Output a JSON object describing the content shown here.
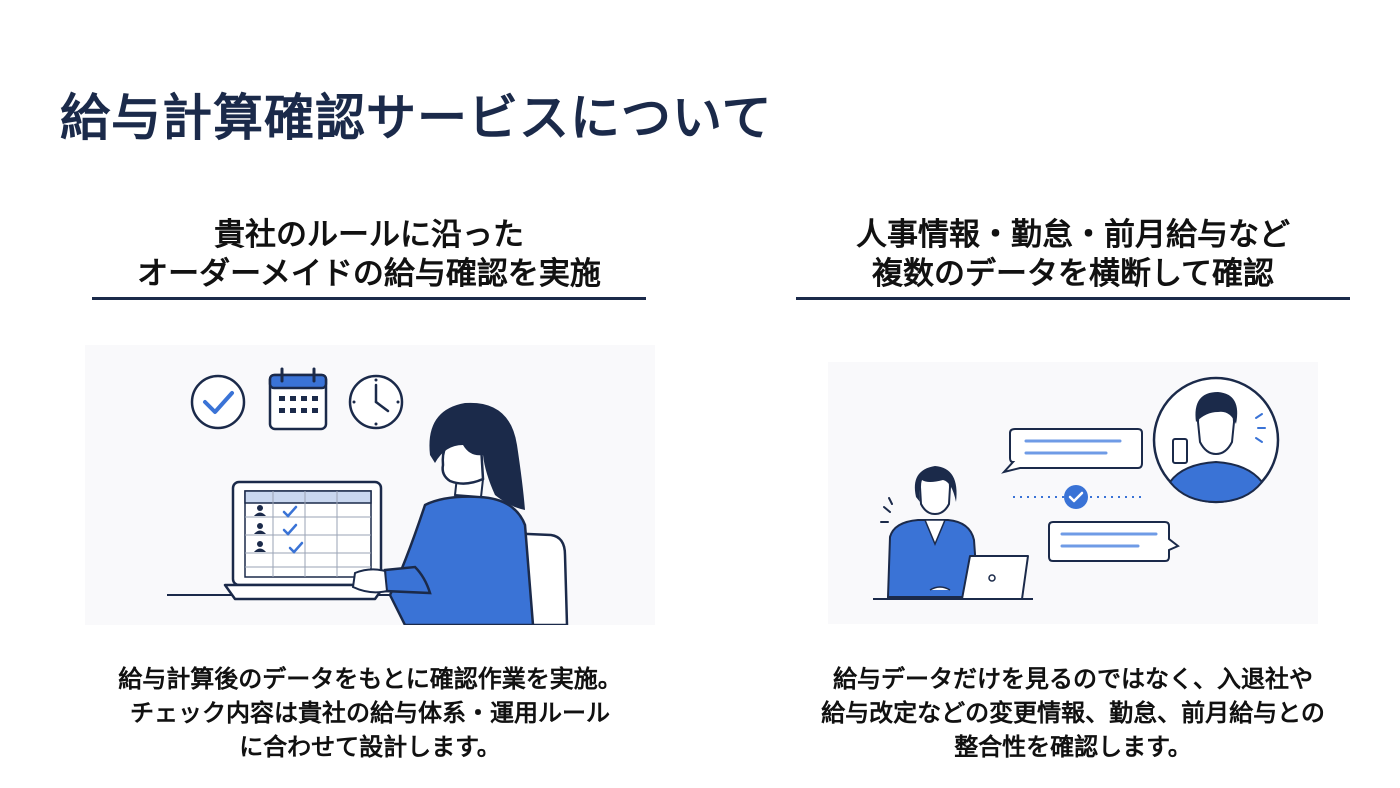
{
  "page": {
    "title": "給与計算確認サービスについて"
  },
  "left_section": {
    "heading_lines": [
      "貴社のルールに沿った",
      "オーダーメイドの給与確認を実施"
    ],
    "description_lines": [
      "給与計算後のデータをもとに確認作業を実施。",
      "チェック内容は貴社の給与体系・運用ルール",
      "に合わせて設計します。"
    ]
  },
  "right_section": {
    "heading_lines": [
      "人事情報・勤怠・前月給与など",
      "複数のデータを横断して確認"
    ],
    "description_lines": [
      "給与データだけを見るのではなく、入退社や",
      "給与改定などの変更情報、勤怠、前月給与との",
      "整合性を確認します。"
    ]
  },
  "colors": {
    "title": "#1b2a4a",
    "accent_blue": "#3a73d6",
    "navy": "#1b2a4a",
    "illustration_bg": "#f9f9fb"
  },
  "icons": [
    "check-circle-icon",
    "calendar-icon",
    "clock-icon",
    "person-icon",
    "checkmark-icon",
    "chat-bubble-icon",
    "smartphone-icon",
    "laptop-icon"
  ]
}
